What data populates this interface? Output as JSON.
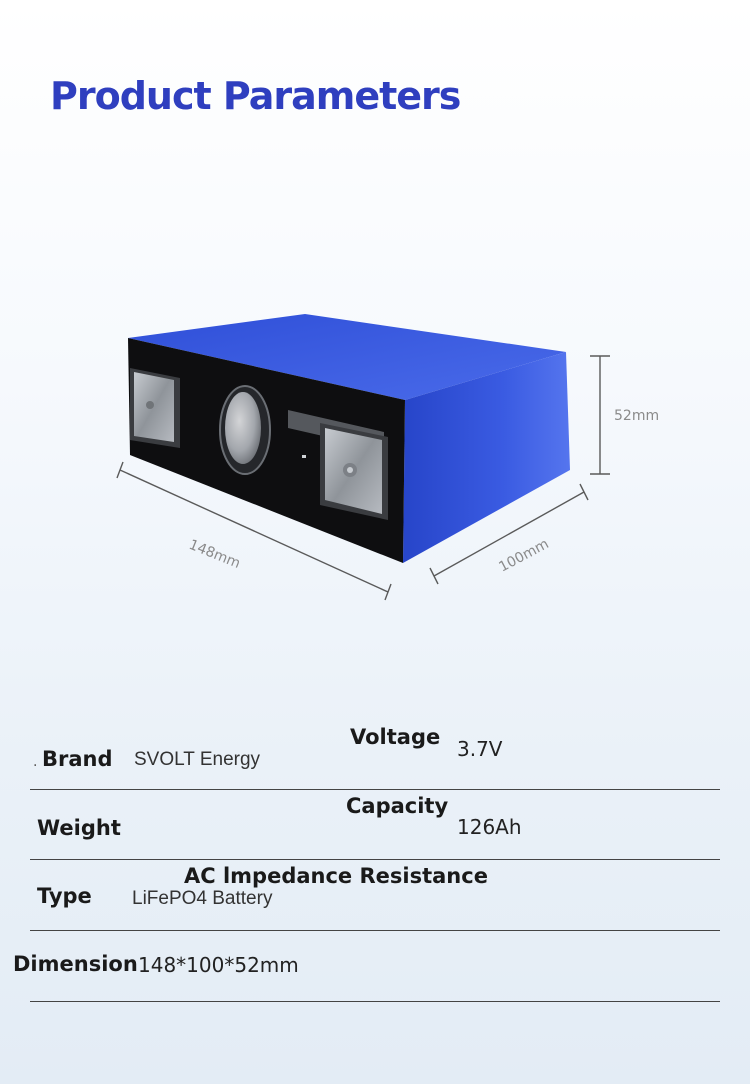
{
  "page_title": "Product Parameters",
  "figure": {
    "dim_length": "148mm",
    "dim_width": "100mm",
    "dim_height": "52mm",
    "colors": {
      "shell": "#3552d6",
      "front_face": "#0e0e10",
      "terminal": "#9a9ea4"
    }
  },
  "params": {
    "brand_label": "Brand",
    "brand_value": "SVOLT Energy",
    "voltage_label": "Voltage",
    "voltage_value": "3.7V",
    "weight_label": "Weight",
    "capacity_label": "Capacity",
    "capacity_value": "126Ah",
    "impedance_label": "AC lmpedance Resistance",
    "type_label": "Type",
    "type_value": "LiFePO4 Battery",
    "dimension_label": "Dimension",
    "dimension_value": "148*100*52mm"
  }
}
